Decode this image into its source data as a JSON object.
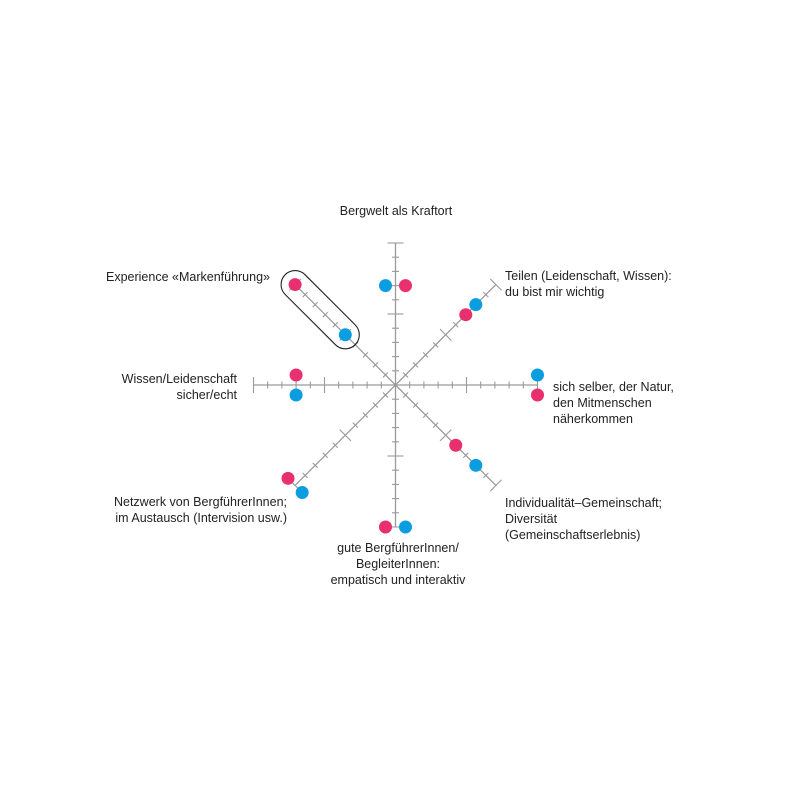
{
  "chart_data": {
    "type": "radar",
    "scale_max": 10,
    "ticks": 10,
    "major_tick_every": 5,
    "colors": {
      "red": "#e8306f",
      "blue": "#0a9ee0",
      "axis": "#9a9a9a",
      "outline": "#222222"
    },
    "axes": [
      {
        "label": [
          "Bergwelt als Kraftort"
        ],
        "red": 7,
        "blue": 7
      },
      {
        "label": [
          "Teilen (Leidenschaft, Wissen):",
          "du bist mir wichtig"
        ],
        "red": 7,
        "blue": 8
      },
      {
        "label": [
          "sich selber, der Natur,",
          "den Mitmenschen",
          "näherkommen"
        ],
        "red": 10,
        "blue": 10
      },
      {
        "label": [
          "Individualität–Gemeinschaft;",
          "Diversität",
          "(Gemeinschaftserlebnis)"
        ],
        "red": 6,
        "blue": 8
      },
      {
        "label": [
          "gute BergführerInnen/",
          "BegleiterInnen:",
          "empatisch und interaktiv"
        ],
        "red": 10,
        "blue": 10
      },
      {
        "label": [
          "Netzwerk von BergführerInnen;",
          "im Austausch (Intervision usw.)"
        ],
        "red": 10,
        "blue": 10
      },
      {
        "label": [
          "Wissen/Leidenschaft",
          "sicher/echt"
        ],
        "red": 7,
        "blue": 7
      },
      {
        "label": [
          "Experience «Markenführung»"
        ],
        "red": 10,
        "blue": 5,
        "highlighted": true
      }
    ]
  }
}
